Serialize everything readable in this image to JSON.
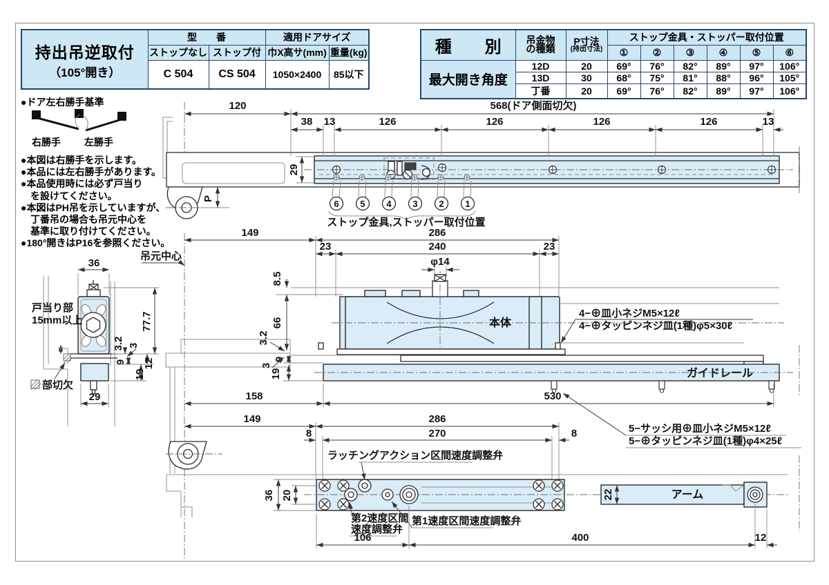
{
  "page": {
    "accent_table_fill": "#cee7f5",
    "table_border": "#25456e",
    "drawing_fill_blue": "#d9ecf8",
    "line_color": "#2b2b2b"
  },
  "spec_table": {
    "title_line1": "持出吊逆取付",
    "title_line2": "（105°開き）",
    "col_model": "型　　番",
    "col_door": "適用ドアサイズ",
    "sub_no_stop": "ストップなし",
    "sub_with_stop": "ストップ付",
    "sub_dims": "巾X高サ(mm)",
    "sub_weight": "重量(kg)",
    "val_no_stop": "C 504",
    "val_with_stop": "CS 504",
    "val_dims": "1050×2400",
    "val_weight": "85以下"
  },
  "angle_table": {
    "title": "種　　別",
    "row_title": "最大開き角度",
    "col_type_l1": "吊金物",
    "col_type_l2": "の種類",
    "col_p_l1": "P寸法",
    "col_p_l2": "(持出寸法)",
    "col_stop": "ストップ金具・ストッパー取付位置",
    "circled": [
      "①",
      "②",
      "③",
      "④",
      "⑤",
      "⑥"
    ],
    "rows": [
      {
        "type": "12D",
        "p": "20",
        "angles": [
          "69°",
          "76°",
          "82°",
          "89°",
          "97°",
          "106°"
        ]
      },
      {
        "type": "13D",
        "p": "30",
        "angles": [
          "68°",
          "75°",
          "81°",
          "88°",
          "96°",
          "105°"
        ]
      },
      {
        "type": "丁番",
        "p": "20",
        "angles": [
          "69°",
          "76°",
          "82°",
          "89°",
          "97°",
          "106°"
        ]
      }
    ]
  },
  "notes": {
    "legend_title": "●ドア左右勝手基準",
    "right_hand": "右勝手",
    "left_hand": "左勝手",
    "bullets": [
      "●本図は右勝手を示します。",
      "●本品には左右勝手があります。",
      "●本品使用時には必ず戸当り",
      "　を設けてください。",
      "●本図はPH吊を示していますが、",
      "　丁番吊の場合も吊元中心を",
      "　基準に取り付けてください。",
      "●180°開きはP16を参照ください。"
    ]
  },
  "d": {
    "top": {
      "dim120": "120",
      "dim568": "568(ドア側面切欠)",
      "row2": [
        "38",
        "13",
        "126",
        "126",
        "126",
        "126",
        "13"
      ],
      "dim29": "29",
      "dimP": "P",
      "pos_label": "ストップ金具,ストッパー取付位置",
      "nums": [
        "6",
        "5",
        "4",
        "3",
        "2",
        "1"
      ]
    },
    "mid": {
      "pivot": "吊元中心",
      "dim149": "149",
      "dim286": "286",
      "dim23l": "23",
      "dim240": "240",
      "dim23r": "23",
      "dia": "φ14",
      "dim85": "8.5",
      "dim66": "66",
      "dim32": "3.2",
      "dim9": "9",
      "dim3": "3",
      "dim19": "19",
      "body": "本体",
      "screw1": "4−⊕皿小ネジM5×12ℓ",
      "screw2": "4−⊕タッピンネジ皿(1種)φ5×30ℓ",
      "rail": "ガイドレール",
      "dim158": "158",
      "dim530": "530"
    },
    "bot": {
      "dim149": "149",
      "dim286": "286",
      "dim8l": "8",
      "dim270": "270",
      "dim8r": "8",
      "latch": "ラッチングアクション区間速度調整弁",
      "screw1": "5−サッシ用⊕皿小ネジM5×12ℓ",
      "screw2": "5−⊕タッピンネジ皿(1種)φ4×25ℓ",
      "dim36": "36",
      "dim20": "20",
      "v2a": "第2速度区間",
      "v2b": "速度調整弁",
      "v1": "第1速度区間速度調整弁",
      "dim106": "106",
      "dim22": "22",
      "arm": "アーム",
      "dim400": "400",
      "dim12": "12"
    },
    "sec": {
      "dim36": "36",
      "stop1": "戸当り部",
      "stop2": "15mm以上",
      "dim777": "77.7",
      "dim32": "3.2",
      "dim3": "3",
      "dim9": "9",
      "dim12": "12",
      "dim19": "19",
      "cut": "部切欠",
      "dim29": "29"
    }
  }
}
